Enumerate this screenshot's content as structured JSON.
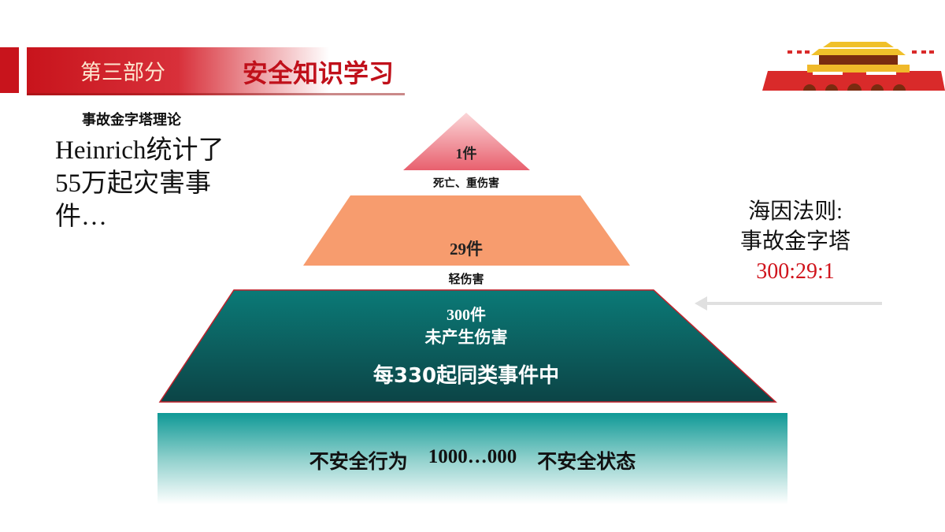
{
  "header": {
    "section": "第三部分",
    "title": "安全知识学习"
  },
  "left_text": {
    "subtitle": "事故金字塔理论",
    "lead": "Heinrich统计了55万起灾害事件…"
  },
  "right_text": {
    "line1": "海因法则:",
    "line2": "事故金字塔",
    "ratio": "300:29:1"
  },
  "pyramid": {
    "top": {
      "count": "1件",
      "label": "死亡、重伤害"
    },
    "middle": {
      "count": "29件",
      "label": "轻伤害"
    },
    "bottom": {
      "count": "300件",
      "label": "未产生伤害",
      "summary": "每330起同类事件中"
    },
    "base": {
      "left": "不安全行为",
      "middle": "1000…000",
      "right": "不安全状态"
    }
  },
  "colors": {
    "red": "#c8141c",
    "orange": "#f79c6e",
    "teal": "#0b6f6d"
  }
}
